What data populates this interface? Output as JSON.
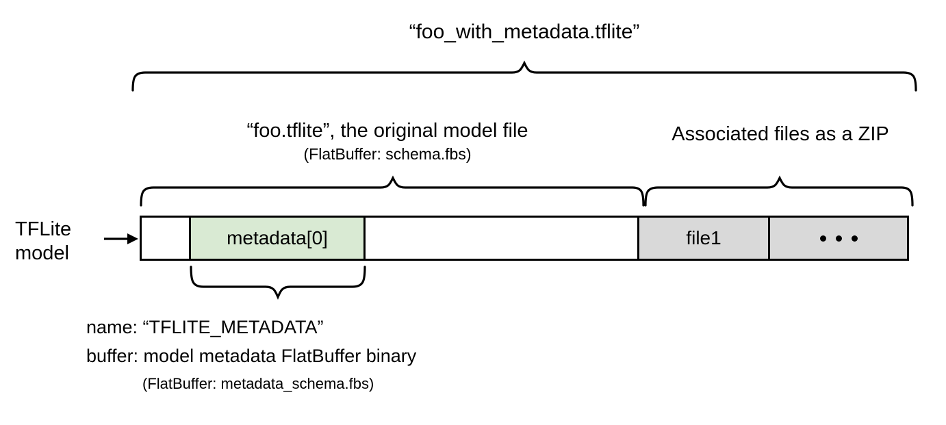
{
  "diagram": {
    "title": "“foo_with_metadata.tflite”",
    "left_label_line1": "TFLite",
    "left_label_line2": "model",
    "arrow_icon": "right-arrow-icon",
    "sections": {
      "model_file": {
        "label": "“foo.tflite”, the original model file",
        "sublabel": "(FlatBuffer: schema.fbs)"
      },
      "associated_files": {
        "label": "Associated files as a ZIP"
      }
    },
    "bar_segments": [
      {
        "id": "leading-bytes",
        "label": "",
        "fill": "#ffffff"
      },
      {
        "id": "metadata-0",
        "label": "metadata[0]",
        "fill": "#d9ead3"
      },
      {
        "id": "model-body",
        "label": "",
        "fill": "#ffffff"
      },
      {
        "id": "file1",
        "label": "file1",
        "fill": "#d9d9d9"
      },
      {
        "id": "more-files",
        "label": "• • •",
        "fill": "#d9d9d9"
      }
    ],
    "metadata_note": {
      "line1": "name: “TFLITE_METADATA”",
      "line2": "buffer: model metadata FlatBuffer binary",
      "line3": "(FlatBuffer: metadata_schema.fbs)"
    },
    "colors": {
      "metadata_fill": "#d9ead3",
      "associated_fill": "#d9d9d9",
      "stroke": "#000000",
      "background": "#ffffff"
    }
  }
}
